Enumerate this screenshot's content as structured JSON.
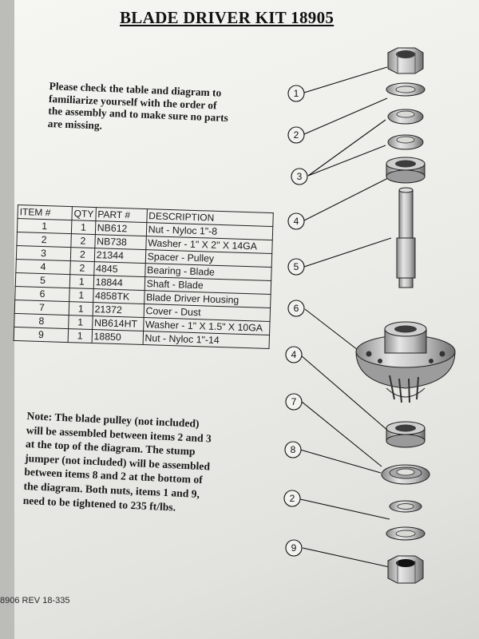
{
  "document": {
    "title": "BLADE DRIVER KIT 18905",
    "intro_lines": [
      "Please check the table and diagram to",
      "familiarize yourself with the order of",
      "the assembly and to make sure no parts",
      "are missing."
    ],
    "table": {
      "headers": [
        "ITEM #",
        "QTY",
        "PART #",
        "DESCRIPTION"
      ],
      "rows": [
        [
          "1",
          "1",
          "NB612",
          "Nut - Nyloc 1\"-8"
        ],
        [
          "2",
          "2",
          "NB738",
          "Washer - 1\" X 2\" X 14GA"
        ],
        [
          "3",
          "2",
          "21344",
          "Spacer - Pulley"
        ],
        [
          "4",
          "2",
          "4845",
          "Bearing - Blade"
        ],
        [
          "5",
          "1",
          "18844",
          "Shaft - Blade"
        ],
        [
          "6",
          "1",
          "4858TK",
          "Blade Driver Housing"
        ],
        [
          "7",
          "1",
          "21372",
          "Cover - Dust"
        ],
        [
          "8",
          "1",
          "NB614HT",
          "Washer - 1\" X 1.5\" X 10GA"
        ],
        [
          "9",
          "1",
          "18850",
          "Nut - Nyloc 1\"-14"
        ]
      ]
    },
    "note_lines": [
      "Note: The blade pulley (not included)",
      "will be assembled between items 2 and 3",
      "at the top of the diagram.  The stump",
      "jumper (not included) will be assembled",
      "between items 8 and 2 at the bottom of",
      "the diagram.  Both nuts, items 1 and 9,",
      "need to be tightened to 235 ft/lbs."
    ],
    "footer": "8906  REV 18-335"
  },
  "diagram": {
    "callouts": [
      "1",
      "2",
      "3",
      "4",
      "5",
      "6",
      "4",
      "7",
      "8",
      "2",
      "9"
    ],
    "part_icons": [
      "hex-nut-icon",
      "washer-icon",
      "spacer-icon",
      "spacer-icon",
      "bearing-icon",
      "shaft-icon",
      "housing-icon",
      "bearing-icon",
      "dust-cover-icon",
      "washer-icon",
      "washer-icon",
      "hex-nut-icon"
    ]
  },
  "colors": {
    "paper": "#ececE8",
    "ink": "#111111",
    "metal": "#c4c4c4",
    "metal_dark": "#6e6e6e"
  }
}
